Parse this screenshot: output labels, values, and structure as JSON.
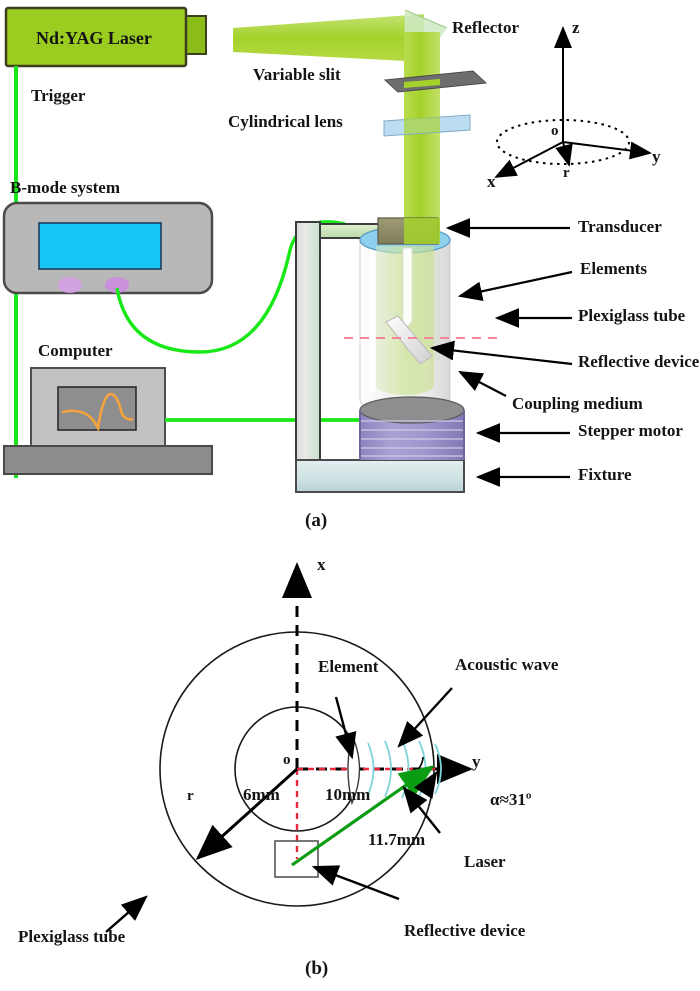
{
  "figure": {
    "panel_a_label": "(a)",
    "panel_b_label": "(b)"
  },
  "panel_a": {
    "laser": {
      "name": "Nd:YAG Laser",
      "box_color": "#9ACD1F"
    },
    "trigger_label": "Trigger",
    "bmode_label": "B-mode system",
    "computer_label": "Computer",
    "optics": {
      "reflector": "Reflector",
      "variable_slit": "Variable slit",
      "cylindrical_lens": "Cylindrical lens"
    },
    "coordinate_axes": {
      "z": "z",
      "y": "y",
      "x": "x",
      "r": "r",
      "origin": "o"
    },
    "callouts": [
      "Transducer",
      "Elements",
      "Plexiglass tube",
      "Reflective device",
      "Coupling medium",
      "Stepper motor",
      "Fixture"
    ],
    "colors": {
      "beam": "#a8d830",
      "trigger_wire": "#18e818",
      "screen": "#16c7f5",
      "waveform": "#f5a33c",
      "motor": "#9a92cc",
      "enclosure": "#b8b8b8"
    }
  },
  "panel_b": {
    "axes": {
      "x": "x",
      "y": "y",
      "origin": "o"
    },
    "radius_label": "r",
    "inner_radius": "6mm",
    "element_distance": "10mm",
    "laser_path_length": "11.7mm",
    "angle": "α≈31º",
    "callouts": {
      "element": "Element",
      "acoustic_wave": "Acoustic wave",
      "laser": "Laser",
      "reflective_device": "Reflective device",
      "plexiglass_tube": "Plexiglass tube"
    },
    "colors": {
      "laser_line": "#0a9c12",
      "dashed_red": "#e8293c",
      "acoustic_wave": "#7fd4d8"
    }
  }
}
